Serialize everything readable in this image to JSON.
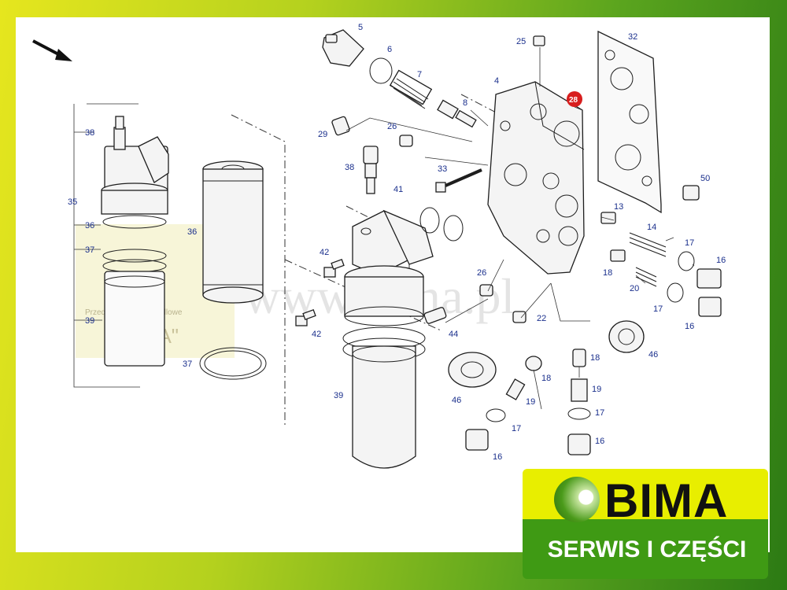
{
  "watermark": {
    "text": "www.bima.pl"
  },
  "stamp": {
    "line1": "Przedsiębiorstwo Handlowe",
    "line2": "\"BIMA\""
  },
  "logo": {
    "brand": "BIMA",
    "tagline": "SERWIS I CZĘŚCI"
  },
  "callouts": {
    "c5": "5",
    "c6": "6",
    "c7": "7",
    "c8": "8",
    "c4": "4",
    "c25": "25",
    "c32": "32",
    "c28": "28",
    "c29": "29",
    "c26a": "26",
    "c38a": "38",
    "c33": "33",
    "c41": "41",
    "c50": "50",
    "c13": "13",
    "c14": "14",
    "c17a": "17",
    "c16a": "16",
    "c18a": "18",
    "c20": "20",
    "c17b": "17",
    "c16b": "16",
    "c26b": "26",
    "c22": "22",
    "c42a": "42",
    "c42b": "42",
    "c44": "44",
    "c46a": "46",
    "c18b": "18",
    "c19a": "19",
    "c17c": "17",
    "c16c": "16",
    "c46b": "46",
    "c18c": "18",
    "c19b": "19",
    "c17d": "17",
    "c16d": "16",
    "c36a": "36",
    "c37a": "37",
    "c39a": "39",
    "c38b": "38",
    "c35": "35",
    "c36b": "36",
    "c37b": "37",
    "c39b": "39"
  },
  "colors": {
    "label": "#1a2f8c",
    "highlight": "#d81e1e",
    "logo_yellow": "#e8ee00",
    "logo_green": "#3f9a14"
  }
}
